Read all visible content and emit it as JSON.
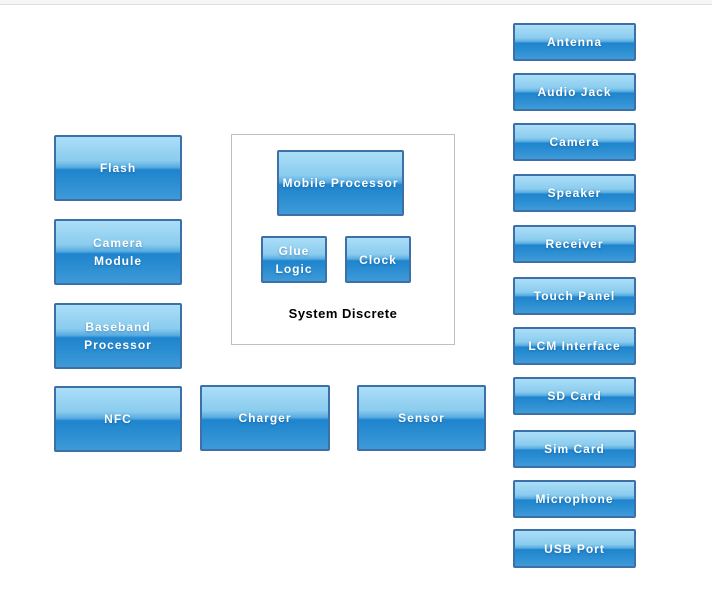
{
  "colors": {
    "node_border": "#3d6fa8",
    "node_gradient_top": "#abdef8",
    "node_gradient_gloss_upper": "#57abe0",
    "node_gradient_gloss_lower": "#1e84cd",
    "node_gradient_bottom": "#3f9ad7",
    "node_text": "#ffffff",
    "group_border": "#c0c0c0",
    "group_title_text": "#000000",
    "background": "#ffffff",
    "top_strip": "#f5f5f5"
  },
  "diagram": {
    "left_column": [
      {
        "label": "Flash"
      },
      {
        "label": "Camera\nModule"
      },
      {
        "label": "Baseband\nProcessor"
      },
      {
        "label": "NFC"
      }
    ],
    "system_discrete": {
      "title": "System Discrete",
      "nodes": [
        {
          "label": "Mobile Processor"
        },
        {
          "label": "Glue\nLogic"
        },
        {
          "label": "Clock"
        }
      ]
    },
    "bottom_row": [
      {
        "label": "Charger"
      },
      {
        "label": "Sensor"
      }
    ],
    "right_column": [
      {
        "label": "Antenna"
      },
      {
        "label": "Audio Jack"
      },
      {
        "label": "Camera"
      },
      {
        "label": "Speaker"
      },
      {
        "label": "Receiver"
      },
      {
        "label": "Touch Panel"
      },
      {
        "label": "LCM Interface"
      },
      {
        "label": "SD Card"
      },
      {
        "label": "Sim Card"
      },
      {
        "label": "Microphone"
      },
      {
        "label": "USB Port"
      }
    ]
  }
}
